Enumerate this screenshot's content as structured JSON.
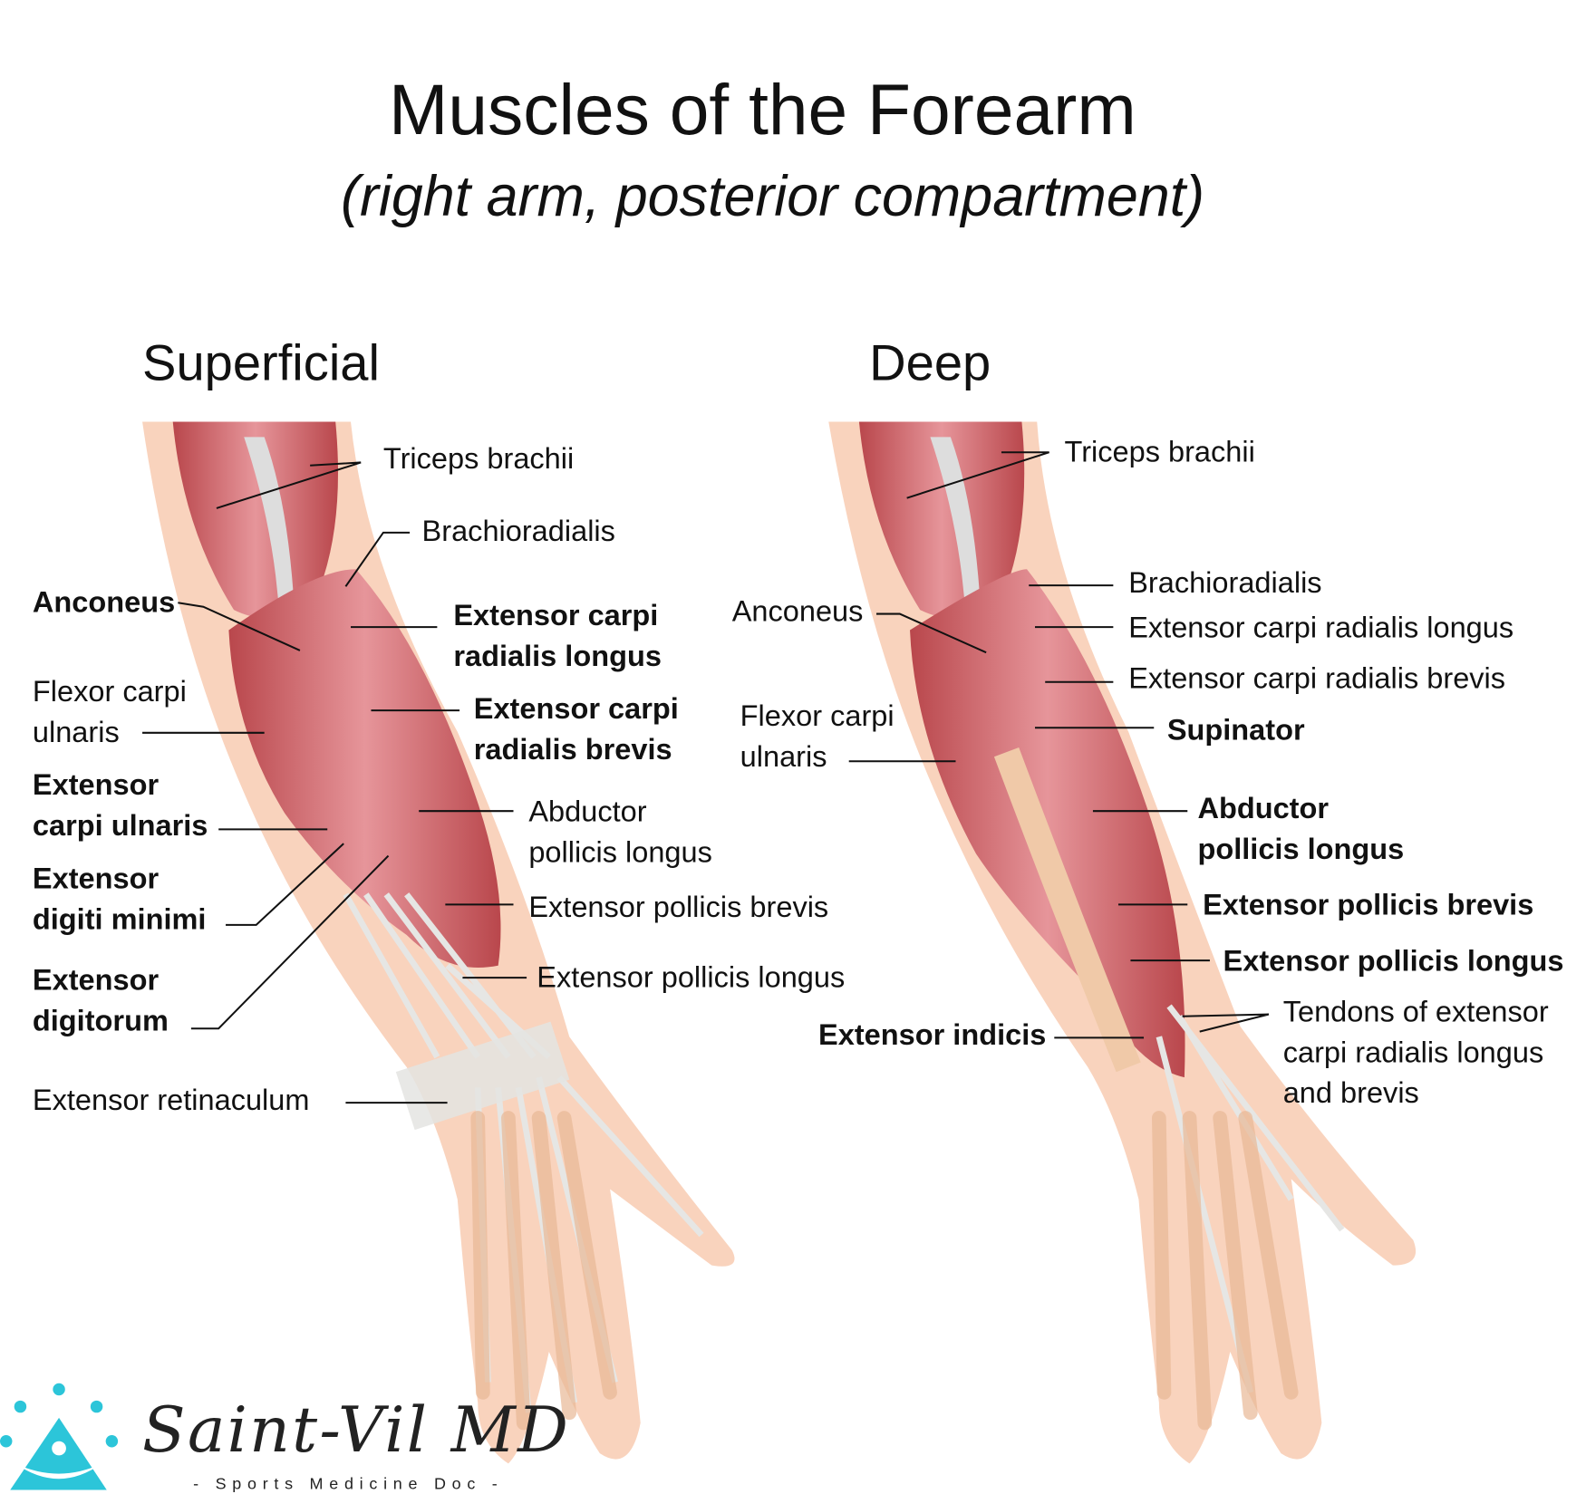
{
  "title": "Muscles of the Forearm",
  "subtitle": "(right arm, posterior compartment)",
  "superficial": {
    "heading": "Superficial",
    "labels": {
      "triceps": "Triceps brachii",
      "brachioradialis": "Brachioradialis",
      "anconeus": "Anconeus",
      "ecrl_1": "Extensor carpi",
      "ecrl_2": "radialis longus",
      "fcu_1": "Flexor carpi",
      "fcu_2": "ulnaris",
      "ecrb_1": "Extensor carpi",
      "ecrb_2": "radialis brevis",
      "ecu_1": "Extensor",
      "ecu_2": "carpi ulnaris",
      "apl_1": "Abductor",
      "apl_2": "pollicis longus",
      "edm_1": "Extensor",
      "edm_2": "digiti minimi",
      "epb": "Extensor pollicis brevis",
      "ed_1": "Extensor",
      "ed_2": "digitorum",
      "epl": "Extensor pollicis longus",
      "retinaculum": "Extensor retinaculum"
    }
  },
  "deep": {
    "heading": "Deep",
    "labels": {
      "triceps": "Triceps brachii",
      "brachioradialis": "Brachioradialis",
      "anconeus": "Anconeus",
      "ecrl": "Extensor carpi radialis longus",
      "ecrb": "Extensor carpi radialis brevis",
      "supinator": "Supinator",
      "fcu_1": "Flexor carpi",
      "fcu_2": "ulnaris",
      "apl_1": "Abductor",
      "apl_2": "pollicis longus",
      "epb": "Extensor pollicis brevis",
      "epl": "Extensor pollicis longus",
      "tendons_1": "Tendons of extensor",
      "tendons_2": "carpi radialis longus",
      "tendons_3": "and brevis",
      "indicis": "Extensor indicis"
    }
  },
  "logo": {
    "name": "Saint-Vil MD",
    "tagline": "- Sports Medicine Doc -"
  },
  "colors": {
    "muscle": "#c9585c",
    "skin": "#f9d3bd",
    "tendon": "#e2e2e0",
    "bone": "#e8b896",
    "logo": "#2cc5d9"
  }
}
